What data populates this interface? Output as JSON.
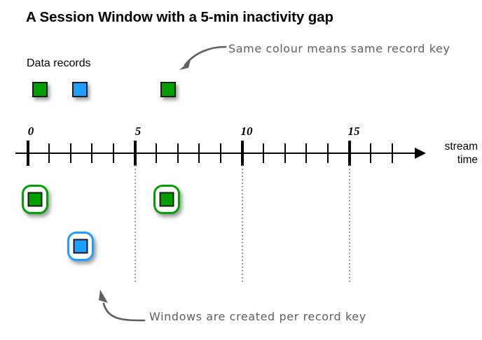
{
  "title": "A Session Window with a 5-min inactivity gap",
  "labels": {
    "data_records": "Data records",
    "stream_time_line1": "stream",
    "stream_time_line2": "time"
  },
  "annotations": {
    "top": "Same colour means same record key",
    "bottom": "Windows are created per record key"
  },
  "colors": {
    "record_green": "#00a000",
    "record_blue": "#1e9eff",
    "window_border_green": "#00a000",
    "window_border_blue": "#1e9eff",
    "annotation_text": "#5f5f5f",
    "axis": "#000000",
    "drop_line": "#9a9a9a"
  },
  "axis": {
    "tick_labels": [
      "0",
      "5",
      "10",
      "15"
    ],
    "major_ticks": [
      0,
      5,
      10,
      15
    ],
    "minor_tick_count_between": 4,
    "unit": "min",
    "range_start": 0,
    "range_end": 18
  },
  "data_records": [
    {
      "key": "green",
      "color": "#00a000",
      "time": 0
    },
    {
      "key": "blue",
      "color": "#1e9eff",
      "time": 2
    },
    {
      "key": "green",
      "color": "#00a000",
      "time": 6
    }
  ],
  "session_windows": [
    {
      "key": "green",
      "color": "#00a000",
      "time": 0,
      "row": 0
    },
    {
      "key": "green",
      "color": "#00a000",
      "time": 6,
      "row": 0
    },
    {
      "key": "blue",
      "color": "#1e9eff",
      "time": 2,
      "row": 1
    }
  ],
  "drop_lines": [
    5,
    10,
    15
  ]
}
